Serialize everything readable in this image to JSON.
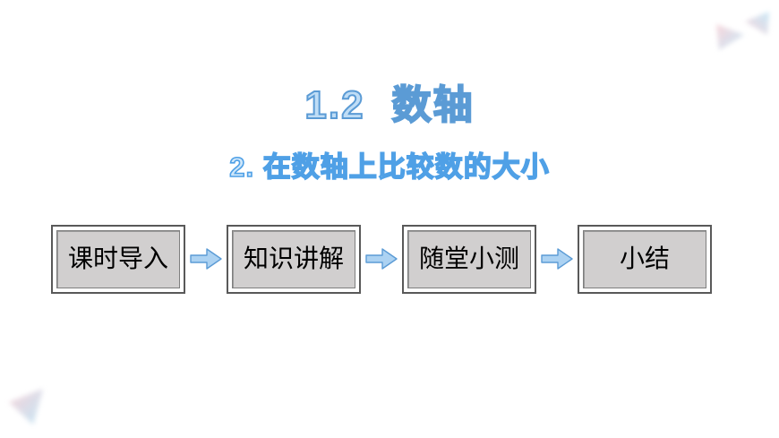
{
  "slide": {
    "title": {
      "number": "1.2",
      "text": "数轴"
    },
    "subtitle": "2. 在数轴上比较数的大小",
    "flow": {
      "steps": [
        {
          "label": "课时导入"
        },
        {
          "label": "知识讲解"
        },
        {
          "label": "随堂小测"
        },
        {
          "label": "小结"
        }
      ]
    },
    "icons": {
      "flow_arrow": "right-arrow"
    },
    "colors": {
      "title_fill": "#BFDDF6",
      "title_stroke": "#5B9BD5",
      "subtitle_fill": "#CFE7FA",
      "subtitle_stroke": "#4FA0E6",
      "box_fill": "#D1CFCF",
      "box_border_outer": "#595959",
      "box_border_inner": "#7F7F7F",
      "box_text": "#000000",
      "arrow_fill": "#ACD2F2",
      "arrow_stroke": "#5B9BD5",
      "decor_pink": "#F6CFD6",
      "decor_blue": "#BEE3F4"
    }
  }
}
